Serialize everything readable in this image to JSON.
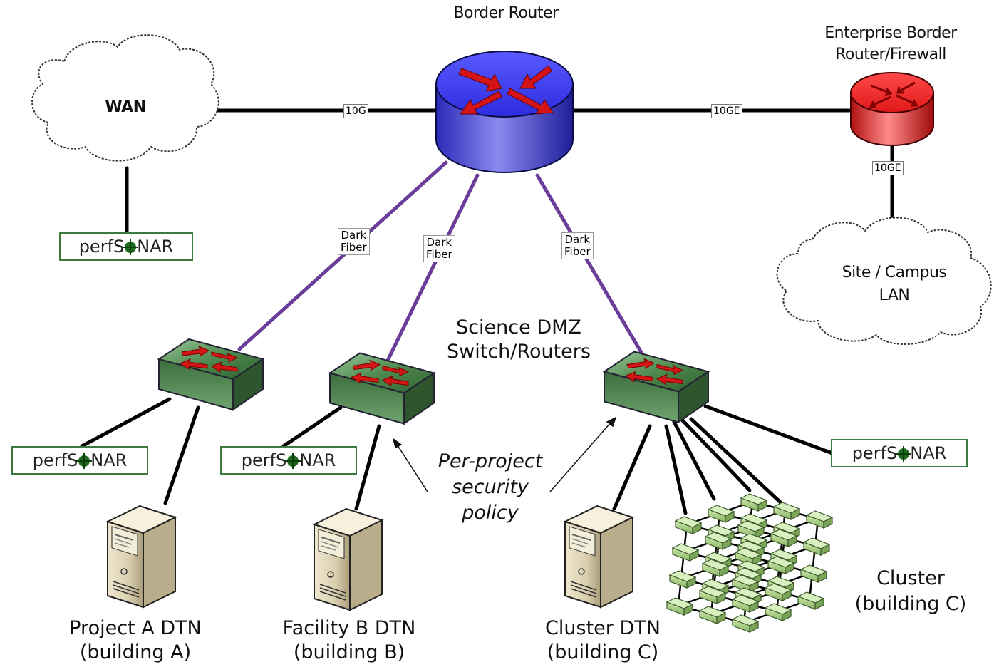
{
  "labels": {
    "border_router": "Border Router",
    "enterprise_router_line1": "Enterprise Border",
    "enterprise_router_line2": "Router/Firewall",
    "wan": "WAN",
    "site_lan_line1": "Site / Campus",
    "site_lan_line2": "LAN",
    "dmz_line1": "Science DMZ",
    "dmz_line2": "Switch/Routers",
    "policy_line1": "Per-project",
    "policy_line2": "security",
    "policy_line3": "policy",
    "dtn_a_line1": "Project A DTN",
    "dtn_a_line2": "(building A)",
    "dtn_b_line1": "Facility B DTN",
    "dtn_b_line2": "(building B)",
    "dtn_c_line1": "Cluster DTN",
    "dtn_c_line2": "(building C)",
    "cluster_line1": "Cluster",
    "cluster_line2": "(building C)"
  },
  "links": {
    "wan_border": "10G",
    "border_enterprise": "10GE",
    "enterprise_lan": "10GE",
    "fiber_line1": "Dark",
    "fiber_line2": "Fiber"
  },
  "perfsonar": {
    "prefix": "perfS",
    "suffix": "NAR"
  },
  "colors": {
    "border_router": "#3a3ad8",
    "enterprise_router": "#d92020",
    "switch": "#4f8a4f",
    "dark_fiber": "#6a3d9a",
    "arrow": "#d41515",
    "perfsonar_border": "#3d7a3d"
  }
}
